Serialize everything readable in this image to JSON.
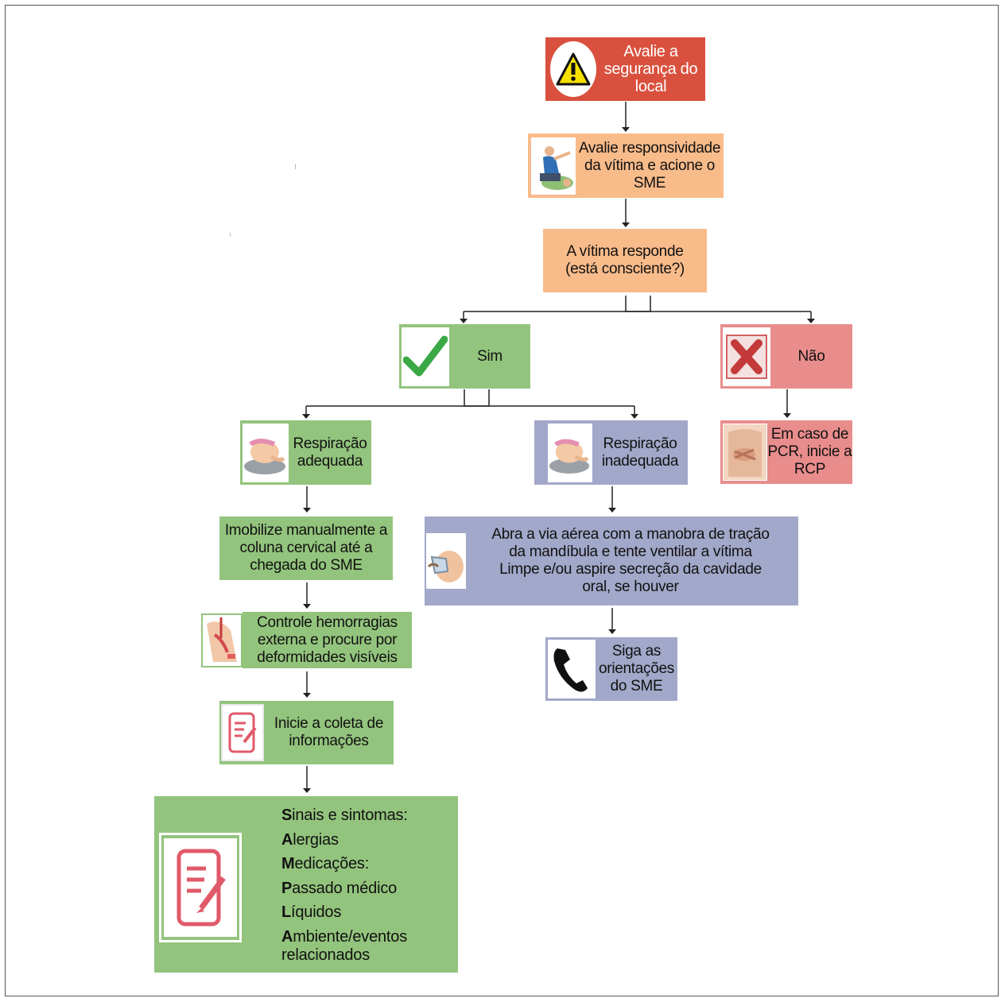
{
  "nodes": {
    "safety": "Avalie a segurança do local",
    "responsiveness": "Avalie responsividade da vítima e acione o SME",
    "responds": "A vítima responde (está consciente?)",
    "yes": "Sim",
    "no": "Não",
    "cpr": "Em caso de PCR, inicie a RCP",
    "breathing_ok": "Respiração adequada",
    "breathing_bad": "Respiração inadequada",
    "immobilize": "Imobilize manualmente a coluna cervical até a chegada do SME",
    "airway_line1": "Abra a via aérea com a manobra de tração",
    "airway_line2": "da mandíbula e tente ventilar a vítima",
    "airway_line3": "Limpe e/ou aspire secreção da cavidade",
    "airway_line4": "oral, se houver",
    "bleeding": "Controle hemorragias externa e procure por deformidades visíveis",
    "follow_sme": "Siga as orientações do SME",
    "collect": "Inicie a coleta de informações"
  },
  "sample_list": [
    {
      "initial": "S",
      "rest": "inais e sintomas:"
    },
    {
      "initial": "A",
      "rest": "lergias"
    },
    {
      "initial": "M",
      "rest": "edicações:"
    },
    {
      "initial": "P",
      "rest": "assado médico"
    },
    {
      "initial": "L",
      "rest": "íquidos"
    },
    {
      "initial": "A",
      "rest": "mbiente/eventos relacionados"
    }
  ],
  "colors": {
    "red": "#d9513e",
    "peach": "#f8bb8a",
    "green": "#93c47d",
    "purple": "#a2a8c9",
    "pink": "#e88c8c"
  },
  "icons": [
    "warning-icon",
    "rescuer-icon",
    "check-icon",
    "x-icon",
    "airway-icon",
    "cpr-icon",
    "mask-icon",
    "bandage-icon",
    "phone-icon",
    "notes-icon"
  ]
}
